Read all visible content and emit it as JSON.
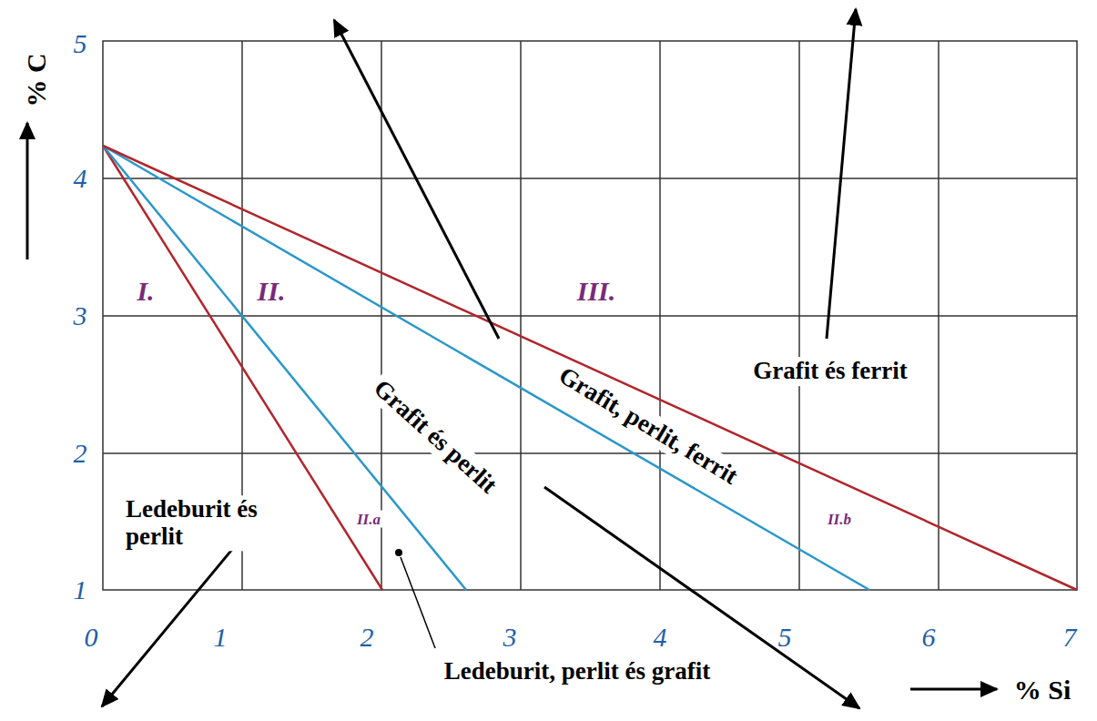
{
  "diagram": {
    "labels": [
      "5",
      "4",
      "3",
      "2",
      "1",
      "0",
      "1",
      "2",
      "3",
      "4",
      "5",
      "6",
      "7",
      "% C",
      "% Si",
      "I.",
      "II.",
      "III.",
      "II.a",
      "II.b",
      "Grafit és ferrit",
      "Grafit, perlit, ferrit",
      "Grafit és perlit",
      "Ledeburit és perlit",
      "Ledeburit, perlit és grafit"
    ]
  }
}
